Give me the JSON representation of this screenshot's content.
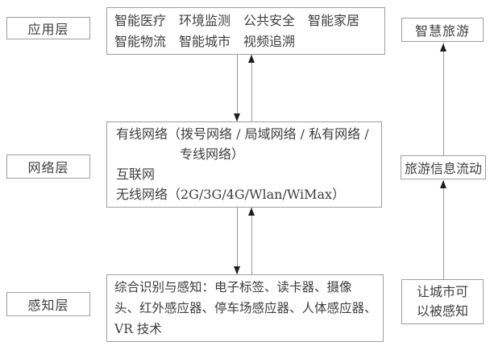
{
  "layers": {
    "application": "应用层",
    "network": "网络层",
    "perception": "感知层"
  },
  "application_box": {
    "lines": [
      "智能医疗　环境监测　公共安全　智能家居",
      "智能物流　智能城市　视频追溯"
    ]
  },
  "network_box": {
    "lines": [
      "有线网络（拨号网络 / 局域网络 / 私有网络 /",
      "专线网络）",
      "互联网",
      "无线网络（2G/3G/4G/Wlan/WiMax）"
    ]
  },
  "perception_box": {
    "lines": [
      "综合识别与感知：电子标签、读卡器、摄像",
      "头、红外感应器、停车场感应器、人体感应器、",
      "VR 技术"
    ]
  },
  "right_column": {
    "smart_tourism": "智慧旅游",
    "tourism_info_flow": "旅游信息流动",
    "city_sensed": {
      "lines": [
        "让城市可",
        "以被感知"
      ]
    }
  },
  "colors": {
    "background": "#ffffff",
    "box_border": "#9e9e9e",
    "text": "#3f3f3f",
    "connector_line": "#9a9a9a",
    "arrowhead": "#1e1e1e"
  }
}
